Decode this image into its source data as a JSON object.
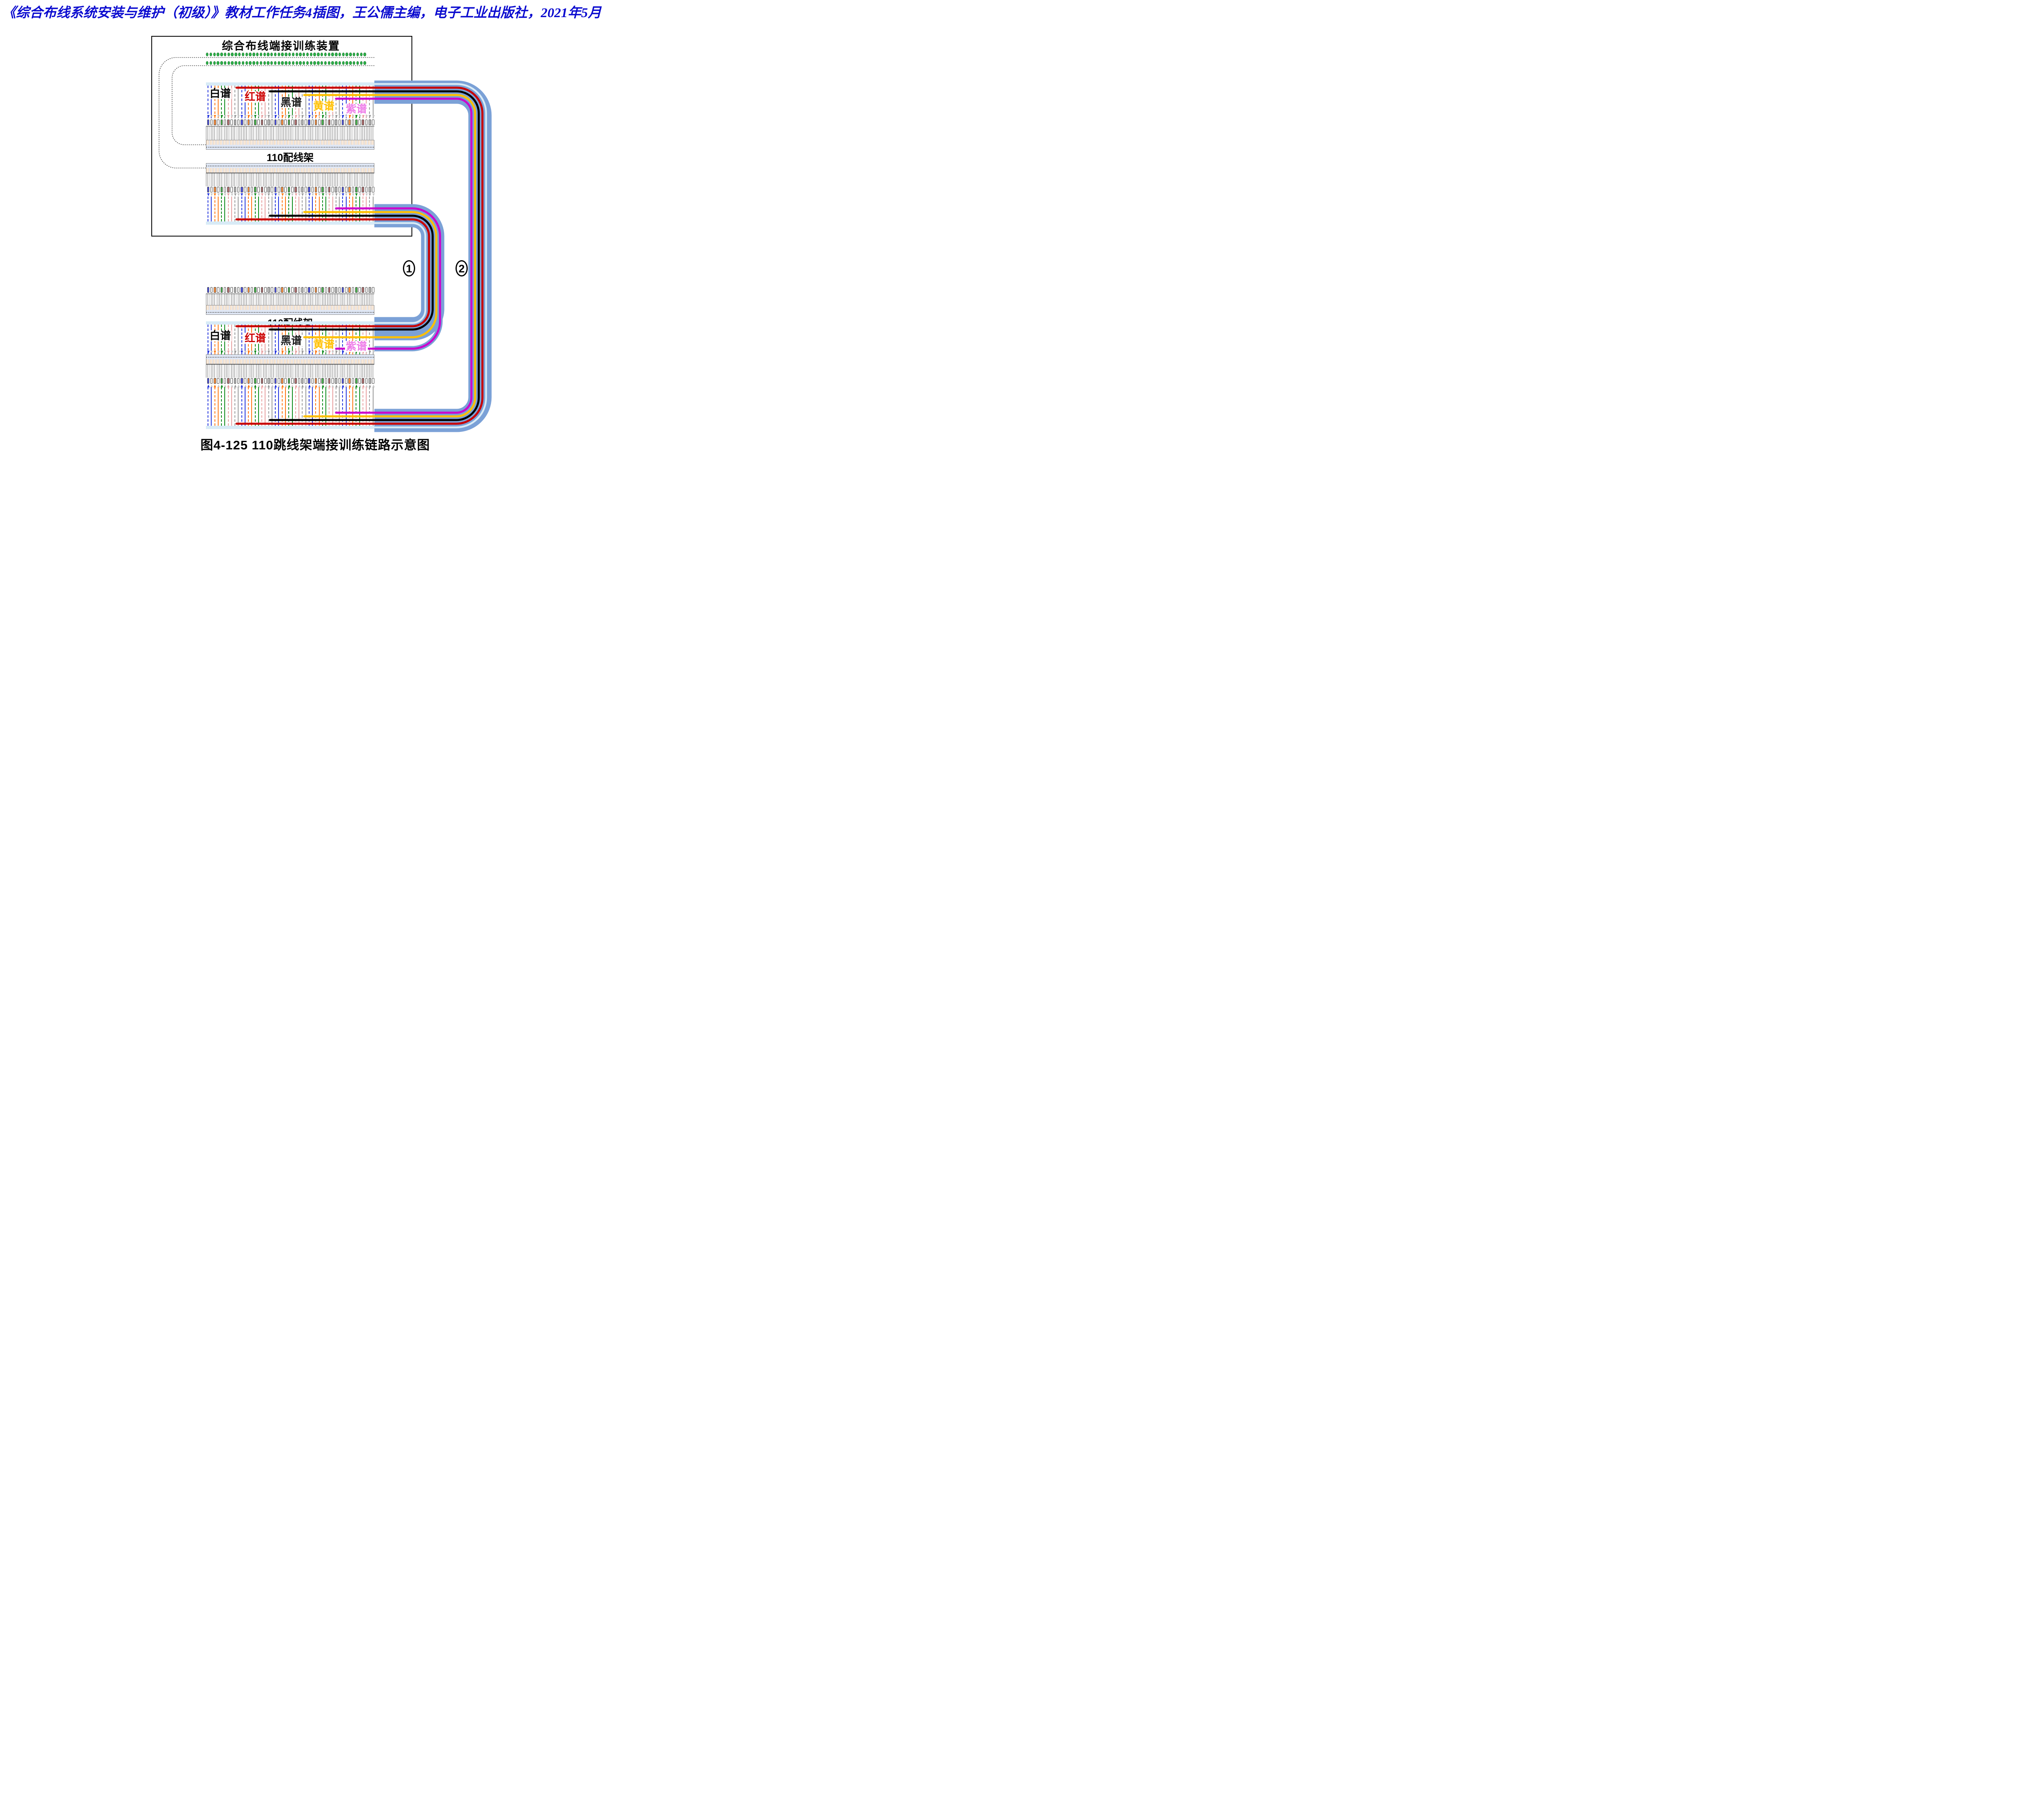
{
  "header": {
    "text": "《综合布线系统安装与维护（初级）》教材工作任务4插图，王公儒主编，电子工业出版社，2021年5月",
    "color": "#0a0acf"
  },
  "device_box": {
    "title": "综合布线端接训练装置"
  },
  "rack_labels": {
    "top": "110配线架",
    "bottom": "110配线架"
  },
  "spectra": [
    {
      "label": "白谱",
      "color": "#000000"
    },
    {
      "label": "红谱",
      "color": "#cc0000"
    },
    {
      "label": "黑谱",
      "color": "#1a1a1a"
    },
    {
      "label": "黄谱",
      "color": "#ffc000"
    },
    {
      "label": "紫谱",
      "color": "#ee7ce8"
    }
  ],
  "links": [
    {
      "number": "1",
      "description": "patch-cord link 1"
    },
    {
      "number": "2",
      "description": "patch-cord link 2"
    }
  ],
  "caption": "图4-125  110跳线架端接训练链路示意图",
  "colors": {
    "bundle_casing": "#7ba1d7",
    "pale_blue_cable": "#d8ebf6",
    "red_cable": "#c80000",
    "black_cable": "#000000",
    "yellow_cable": "#ffc000",
    "magenta_cable": "#cc00cc",
    "green_dot": "#2eb04a",
    "panel_bar": "#dfe7f5",
    "cyan_band": "#d8ebf6"
  },
  "wire_pairs": [
    {
      "name": "blue",
      "wire_color": "#2233dd",
      "clip_color": "#5055e0"
    },
    {
      "name": "orange",
      "wire_color": "#ff7711",
      "clip_color": "#f79043"
    },
    {
      "name": "green",
      "wire_color": "#0d8a1a",
      "clip_color": "#4caf50"
    },
    {
      "name": "brown",
      "wire_color": "#e8a0a0",
      "clip_color": "#b07070"
    },
    {
      "name": "slate",
      "wire_color": "#9a9a9a",
      "clip_color": "#bbbbbb"
    }
  ],
  "green_dots": {
    "rows": 2,
    "dots_per_row": 45
  }
}
